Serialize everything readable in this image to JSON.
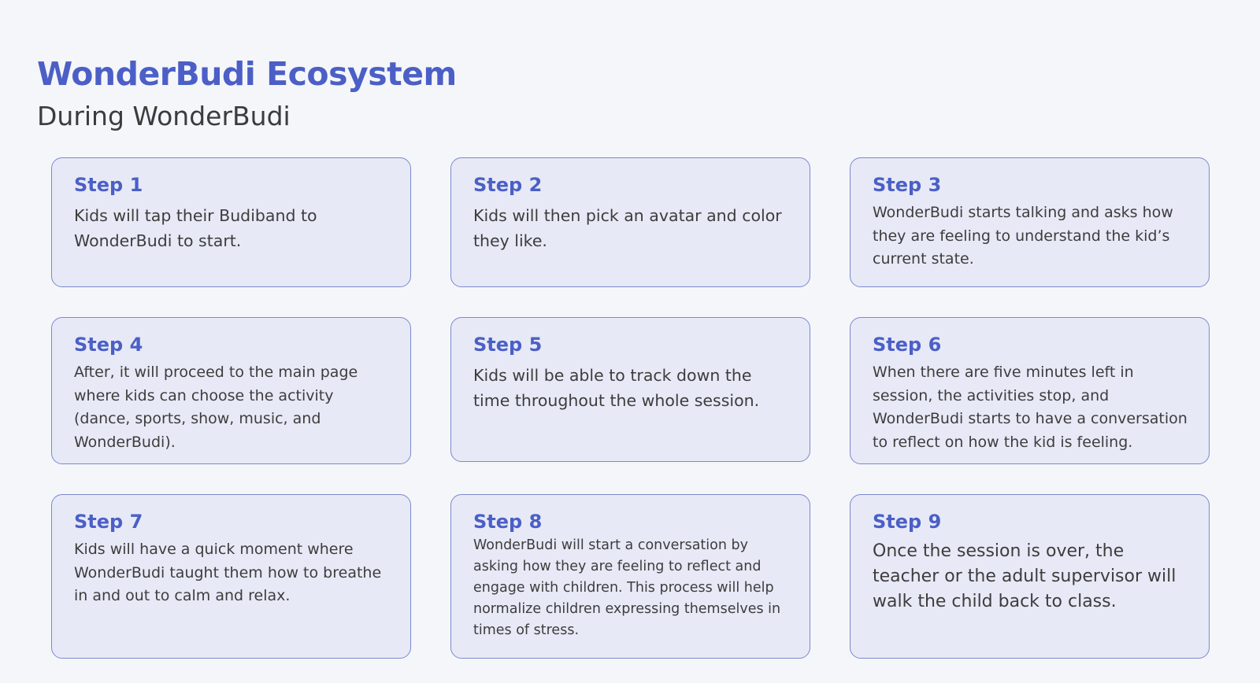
{
  "header": {
    "title": "WonderBudi Ecosystem",
    "subtitle": "During WonderBudi"
  },
  "steps": [
    {
      "label": "Step 1",
      "text": "Kids will tap their Budiband to WonderBudi to start."
    },
    {
      "label": "Step 2",
      "text": "Kids will then pick an avatar and color they like."
    },
    {
      "label": "Step 3",
      "text": "WonderBudi starts talking and asks how they are feeling to understand the kid’s current state."
    },
    {
      "label": "Step 4",
      "text": "After, it will proceed to the main page where kids can choose the activity (dance, sports, show, music, and WonderBudi)."
    },
    {
      "label": "Step 5",
      "text": "Kids will be able to track down the time throughout the whole session."
    },
    {
      "label": "Step 6",
      "text": "When there are five minutes left in session, the activities stop, and WonderBudi starts to have a conversation to reflect on how the kid is feeling."
    },
    {
      "label": "Step 7",
      "text": "Kids will have a quick moment where WonderBudi taught them how to breathe in and out to calm and relax."
    },
    {
      "label": "Step 8",
      "text": "WonderBudi will start a conversation by asking how they are feeling to reflect and engage with children. This process will help normalize children expressing themselves in times of stress."
    },
    {
      "label": "Step 9",
      "text": "Once the session is over, the teacher or the adult supervisor will walk the child back to class."
    }
  ],
  "colors": {
    "accent": "#4b5fc6",
    "card_background": "#e7e9f6",
    "card_border": "#7b89cf",
    "page_background": "#f5f6fa",
    "body_text": "#3d3d3d"
  }
}
